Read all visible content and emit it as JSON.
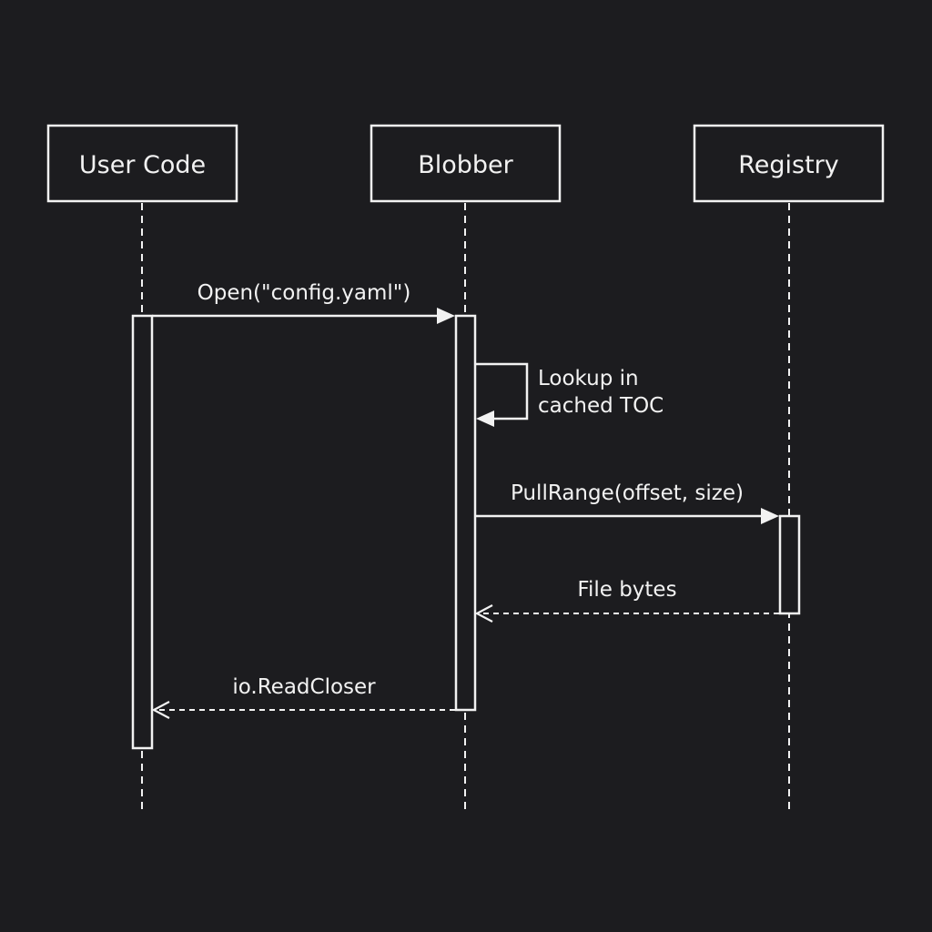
{
  "participants": {
    "user_code": "User Code",
    "blobber": "Blobber",
    "registry": "Registry"
  },
  "messages": {
    "open": "Open(\"config.yaml\")",
    "lookup_line1": "Lookup in",
    "lookup_line2": "cached TOC",
    "pull_range": "PullRange(offset, size)",
    "file_bytes": "File bytes",
    "read_closer": "io.ReadCloser"
  },
  "colors": {
    "background": "#1c1c1f",
    "stroke": "#f2f2f2"
  }
}
